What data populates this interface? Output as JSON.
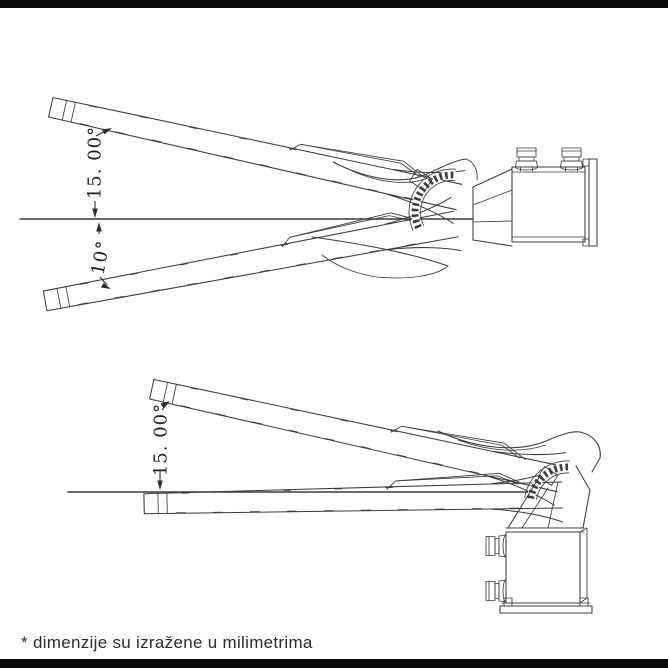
{
  "canvas": {
    "background": "#ffffff",
    "letterbox_bar_color": "#0a0a0a",
    "line_color": "#3c3c3c"
  },
  "top_view": {
    "tilt_up_label": "15. 00°",
    "tilt_down_label": "10°"
  },
  "bottom_view": {
    "tilt_up_label": "15. 00°"
  },
  "footnote": {
    "text": "* dimenzije su izražene u milimetrima"
  }
}
